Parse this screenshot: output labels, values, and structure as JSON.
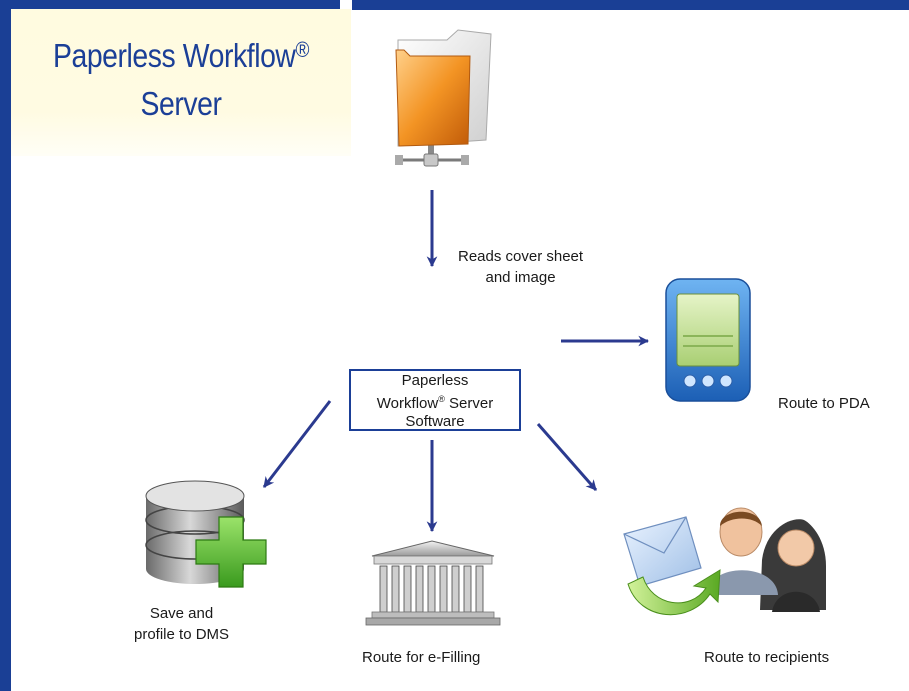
{
  "title": {
    "line1": "Paperless Workflow",
    "registered": "®",
    "line2": "Server"
  },
  "steps": {
    "reads": {
      "line1": "Reads cover sheet",
      "line2": "and image"
    },
    "software": {
      "line1": "Paperless",
      "line2a": "Workflow",
      "registered": "®",
      "line2b": " Server",
      "line3": "Software"
    },
    "pda": {
      "label": "Route to PDA"
    },
    "dms": {
      "line1": "Save and",
      "line2": "profile to DMS"
    },
    "efiling": {
      "label": "Route for e-Filling"
    },
    "recipients": {
      "label": "Route to recipients"
    }
  },
  "colors": {
    "frame": "#1a3f95",
    "arrow": "#2b3a8f",
    "title_text": "#1b3f97",
    "title_panel": "#fffbe0"
  },
  "icons": {
    "server": "network-folder-icon",
    "pda": "pda-device-icon",
    "dms": "database-add-icon",
    "efiling": "courthouse-icon",
    "recipients": "email-recipients-icon"
  }
}
